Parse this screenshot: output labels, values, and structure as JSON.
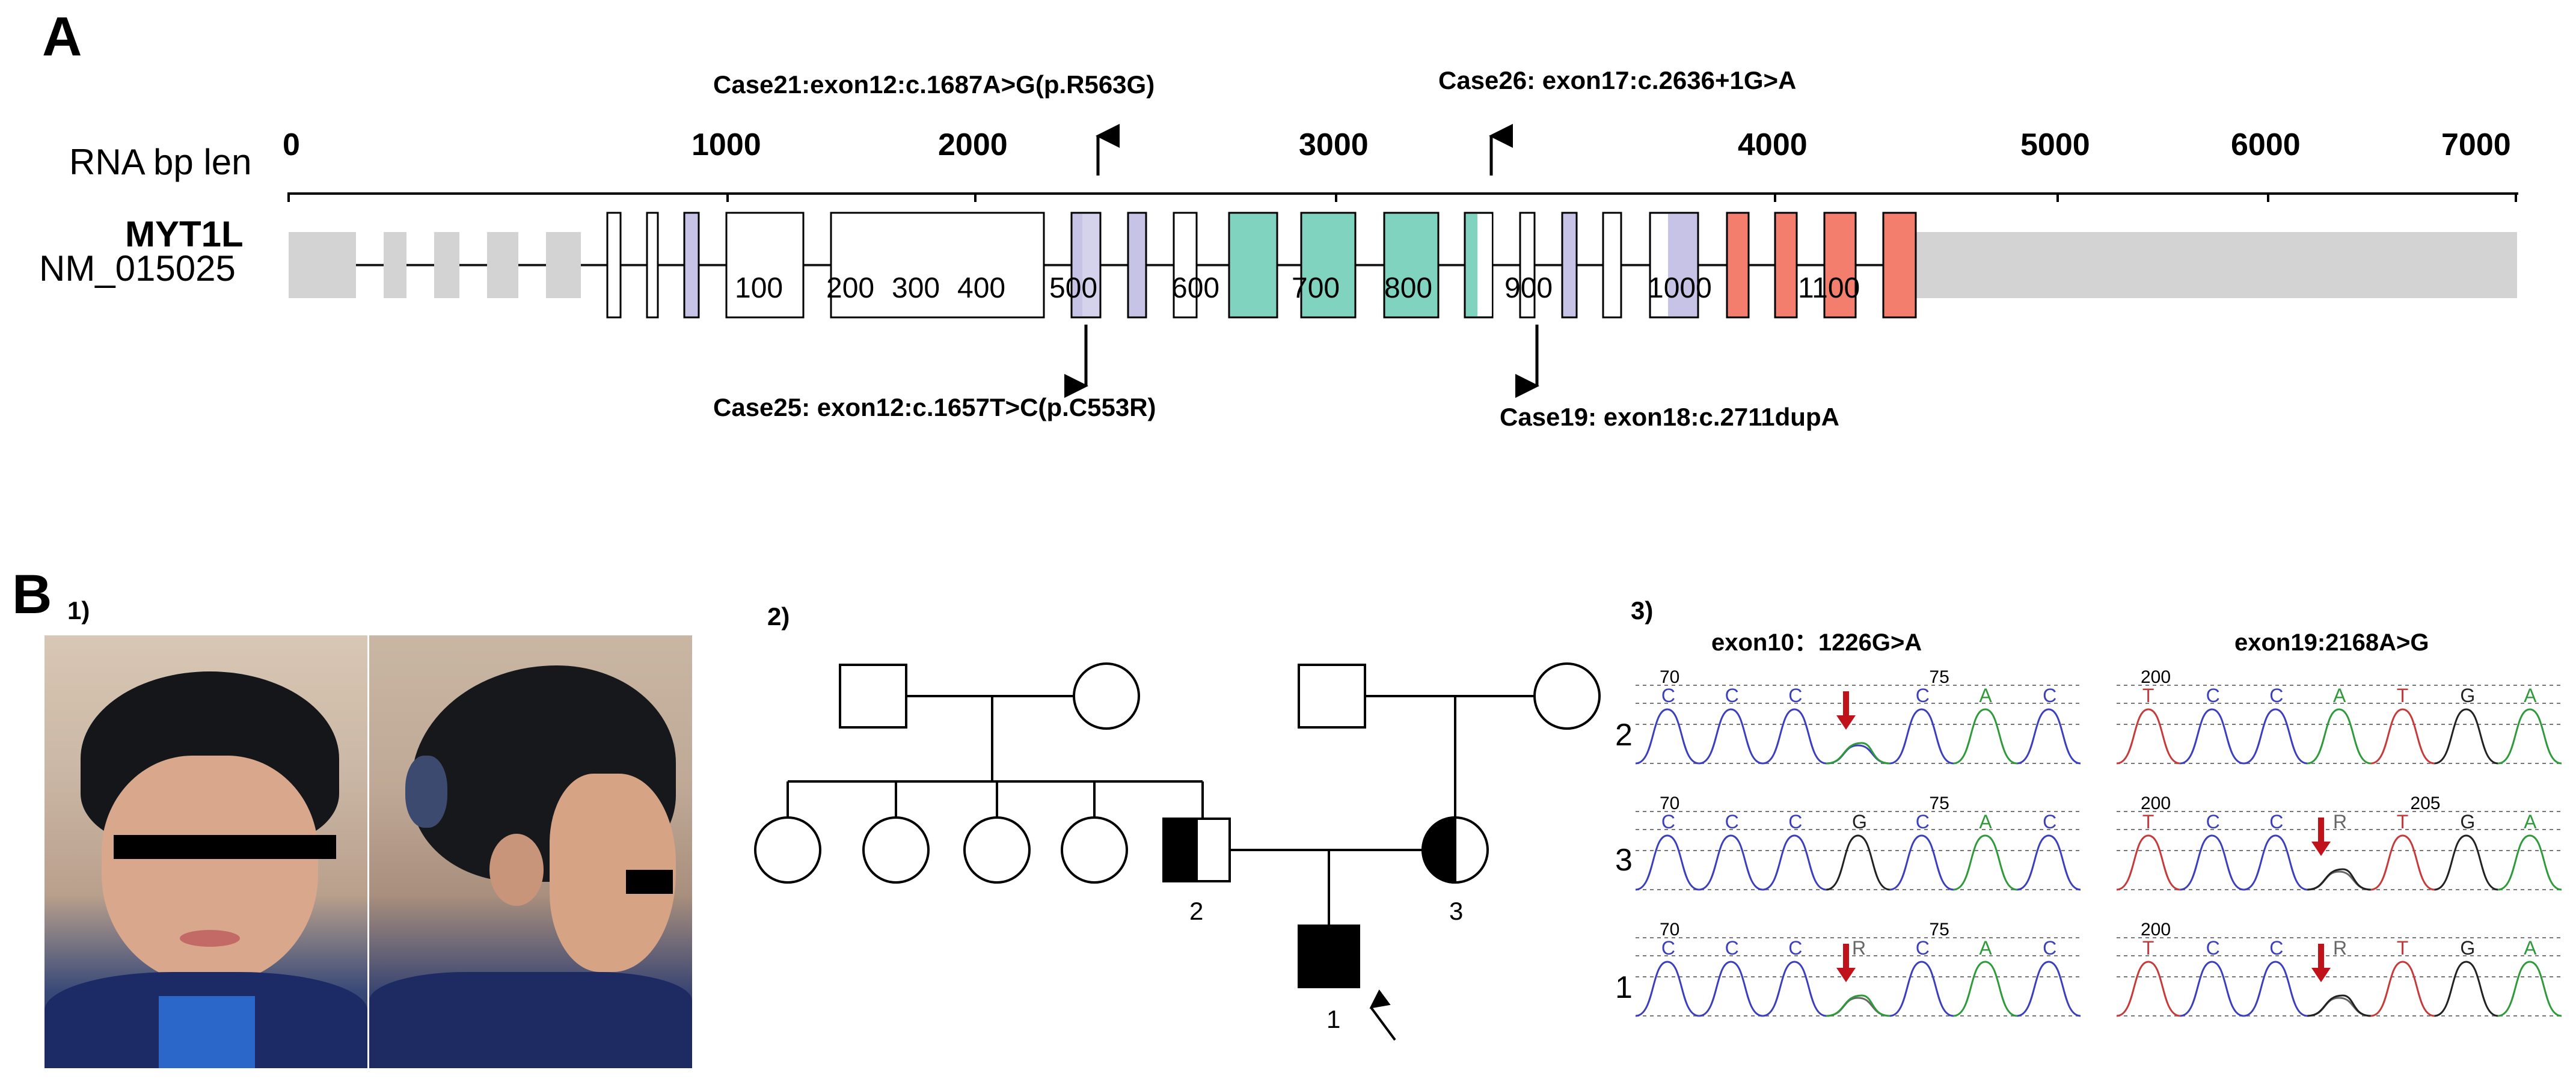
{
  "panelA": {
    "label": "A",
    "axis_title": "RNA bp len",
    "gene_name": "MYT1L",
    "transcript": "NM_015025",
    "ruler_ticks": [
      "0",
      "1000",
      "2000",
      "3000",
      "4000",
      "5000",
      "6000",
      "7000"
    ],
    "aa_ticks": [
      "100",
      "200",
      "300",
      "400",
      "500",
      "600",
      "700",
      "800",
      "900",
      "1000",
      "1100"
    ],
    "mutations": {
      "case21": "Case21:exon12:c.1687A>G(p.R563G)",
      "case26": "Case26: exon17:c.2636+1G>A",
      "case25": "Case25: exon12:c.1657T>C(p.C553R)",
      "case19": "Case19: exon18:c.2711dupA"
    },
    "colors": {
      "utr": "#d3d3d3",
      "exon": "#ffffff",
      "domain_lavender": "#c7c3e6",
      "domain_teal": "#7fd3bf",
      "domain_salmon": "#f47e6e"
    }
  },
  "panelB": {
    "label": "B",
    "sub1": "1)",
    "sub2": "2)",
    "sub3": "3)",
    "pedigree_labels": {
      "father": "2",
      "mother": "3",
      "proband": "1"
    },
    "chromatograms": {
      "left_title": "exon10：1226G>A",
      "right_title": "exon19:2168A>G",
      "row_labels": [
        "2",
        "3",
        "1"
      ],
      "left_rows": [
        {
          "pos_left": "70",
          "pos_right": "75",
          "bases": [
            "C",
            "C",
            "C",
            "",
            "C",
            "A",
            "C"
          ]
        },
        {
          "pos_left": "70",
          "pos_right": "75",
          "bases": [
            "C",
            "C",
            "C",
            "G",
            "C",
            "A",
            "C"
          ]
        },
        {
          "pos_left": "70",
          "pos_right": "75",
          "bases": [
            "C",
            "C",
            "C",
            "R",
            "C",
            "A",
            "C"
          ]
        }
      ],
      "right_rows": [
        {
          "pos_left": "200",
          "pos_right": "",
          "bases": [
            "T",
            "C",
            "C",
            "A",
            "T",
            "G",
            "A"
          ]
        },
        {
          "pos_left": "200",
          "pos_right": "205",
          "bases": [
            "T",
            "C",
            "C",
            "R",
            "T",
            "G",
            "A"
          ]
        },
        {
          "pos_left": "200",
          "pos_right": "",
          "bases": [
            "T",
            "C",
            "C",
            "R",
            "T",
            "G",
            "A"
          ]
        }
      ]
    }
  }
}
